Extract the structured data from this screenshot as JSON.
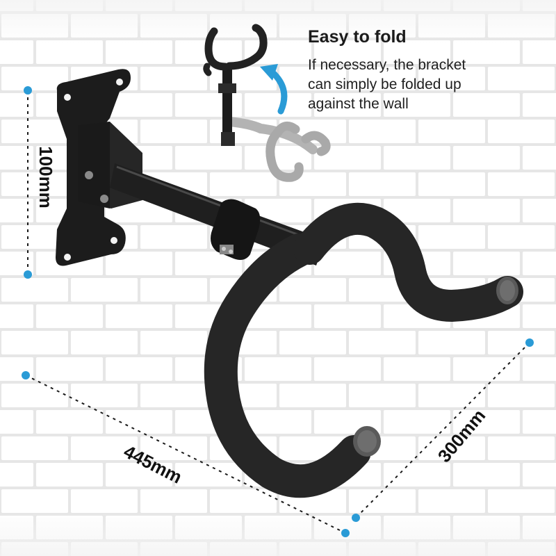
{
  "fold_info": {
    "title": "Easy to fold",
    "description_lines": [
      "If necessary, the bracket",
      "can simply be folded up",
      "against the wall"
    ]
  },
  "dimensions": {
    "height": "100mm",
    "length": "445mm",
    "width": "300mm"
  },
  "colors": {
    "background": "#f3f3f3",
    "brick": "#ffffff",
    "mortar": "#e6e6e6",
    "bracket": "#1e1e1e",
    "foam_grip": "#272727",
    "ghost_bracket": "#a9a9a9",
    "accent_arrow": "#2a9bd6",
    "dimension_dot": "#2a9bd6",
    "text": "#1b1b1b"
  },
  "icons": [
    "fold-up-arrow-icon",
    "dimension-dot-icon"
  ]
}
